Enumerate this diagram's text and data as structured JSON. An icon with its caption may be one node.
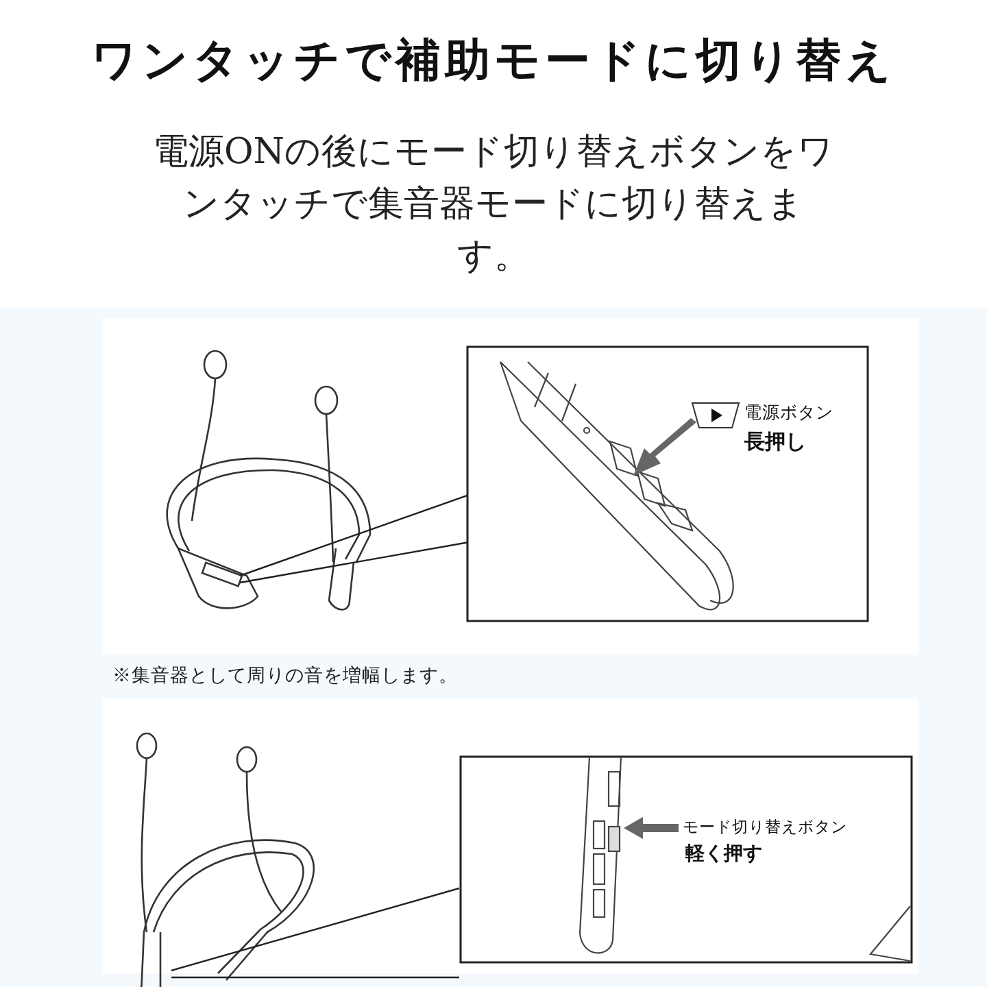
{
  "diagram": {
    "title": "ワンタッチで補助モードに切り替え",
    "labels": [
      "電源ONの後にモード切り替えボタンをワンタッチで集音器モードに切り替えます。",
      "電源ボタン",
      "長押し",
      "※集音器として周りの音を増幅します。",
      "モード切り替えボタン",
      "軽く押す"
    ]
  }
}
